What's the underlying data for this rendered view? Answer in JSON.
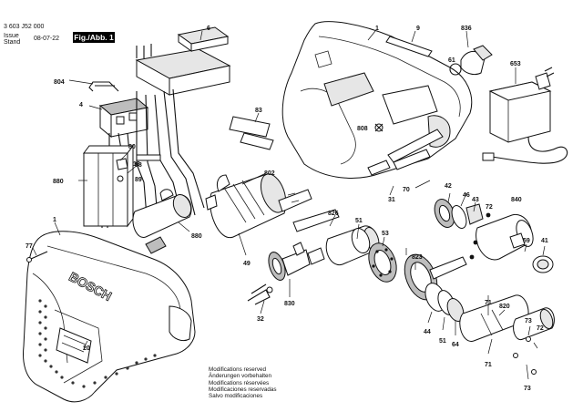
{
  "header": {
    "doc_number": "3 603 J52 000",
    "issue_label_1": "Issue",
    "issue_label_2": "Stand",
    "issue_date": "08-07-22",
    "figure_label": "Fig./Abb. 1"
  },
  "notes": [
    "Modifications reserved",
    "Änderungen vorbehalten",
    "Modifications réservées",
    "Modificaciones reservadas",
    "Salvo modificaciones"
  ],
  "brand_text": "BOSCH",
  "part_labels": {
    "p1a": "1",
    "p1b": "1",
    "p4": "4",
    "p6": "6",
    "p9": "9",
    "p16": "16",
    "p20": "20",
    "p31": "31",
    "p32": "32",
    "p41": "41",
    "p42": "42",
    "p43": "43",
    "p44": "44",
    "p46": "46",
    "p49": "49",
    "p51a": "51",
    "p51b": "51",
    "p53": "53",
    "p59": "59",
    "p61": "61",
    "p64": "64",
    "p70": "70",
    "p71a": "71",
    "p71b": "71",
    "p72a": "72",
    "p72b": "72",
    "p73a": "73",
    "p73b": "73",
    "p77": "77",
    "p80": "80",
    "p83": "83",
    "p88": "88",
    "p89": "89",
    "p653": "653",
    "p802": "802",
    "p804": "804",
    "p808": "808",
    "p820": "820",
    "p823": "823",
    "p826": "826",
    "p830": "830",
    "p836": "836",
    "p840": "840",
    "p880a": "880",
    "p880b": "880"
  }
}
